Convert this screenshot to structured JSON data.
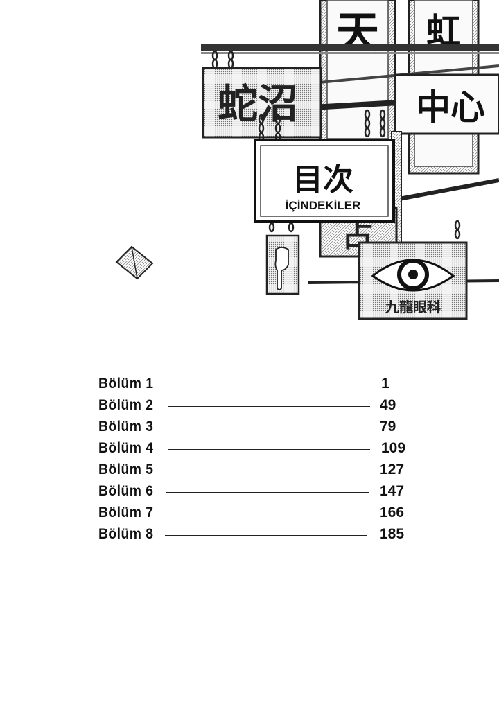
{
  "header": {
    "title_kanji": "目次",
    "title": "İÇİNDEKİLER"
  },
  "signs": {
    "top_left_vertical": "天",
    "top_right_vertical": "虹",
    "left_banner": "蛇沼",
    "right_banner": "中心",
    "bottom_char": "占",
    "eye_sign": "九龍眼科"
  },
  "toc": {
    "entries": [
      {
        "label": "Bölüm 1",
        "page": "1"
      },
      {
        "label": "Bölüm 2",
        "page": "49"
      },
      {
        "label": "Bölüm 3",
        "page": "79"
      },
      {
        "label": "Bölüm 4",
        "page": "109"
      },
      {
        "label": "Bölüm 5",
        "page": "127"
      },
      {
        "label": "Bölüm 6",
        "page": "147"
      },
      {
        "label": "Bölüm 7",
        "page": "166"
      },
      {
        "label": "Bölüm 8",
        "page": "185"
      }
    ]
  }
}
